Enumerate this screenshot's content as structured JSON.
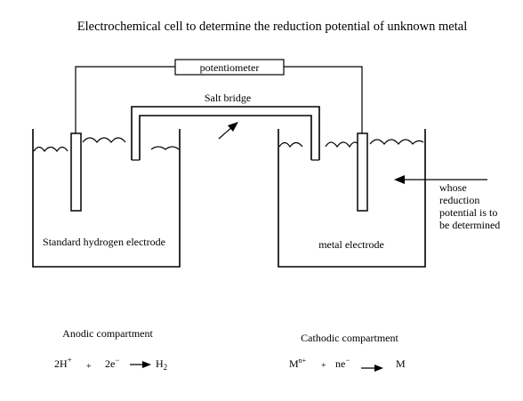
{
  "title": "Electrochemical cell to determine the reduction potential of unknown metal",
  "potentiometer_label": "potentiometer",
  "salt_bridge_label": "Salt bridge",
  "left_beaker_label": "Standard hydrogen electrode",
  "right_beaker_label": "metal electrode",
  "annotation_lines": [
    "whose",
    "reduction",
    "potential is to",
    "be determined"
  ],
  "anodic": {
    "label": "Anodic compartment",
    "reaction": {
      "c1": "2H",
      "c1_sup": "+",
      "plus": "+",
      "c2": "2e",
      "c2_sup": "−",
      "product": "H",
      "product_sub": "2"
    }
  },
  "cathodic": {
    "label": "Cathodic compartment",
    "reaction": {
      "c1": "M",
      "c1_sup": "n+",
      "plus": "+",
      "c2": "ne",
      "c2_sup": "−",
      "product": "M"
    }
  }
}
